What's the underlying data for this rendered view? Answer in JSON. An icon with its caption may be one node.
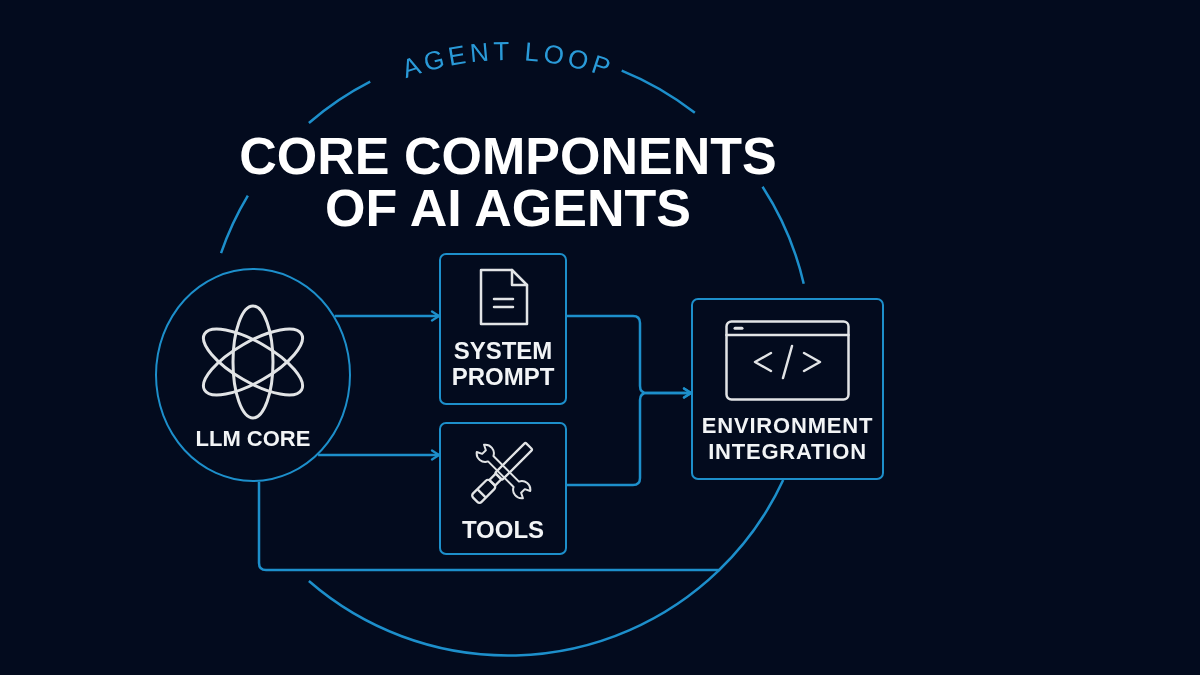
{
  "diagram": {
    "title": "CORE COMPONENTS OF AI AGENTS",
    "nodes": [
      {
        "text": [
          "AGENT LOOP"
        ]
      },
      {
        "text": [
          "LLM CORE"
        ]
      },
      {
        "text": [
          "SYSTEM PROMPT"
        ],
        "in": 0
      },
      {
        "text": [
          "TOOLS"
        ],
        "in": 0
      },
      {
        "text": [
          "ENVIRONMENT INTEGRATION"
        ]
      }
    ],
    "edges": [
      {
        "from": 1,
        "to": 2,
        "arrow": "to"
      },
      {
        "from": 1,
        "to": 3,
        "arrow": "to"
      },
      {
        "from": 2,
        "to": 4,
        "arrow": "to"
      },
      {
        "from": 3,
        "to": 4,
        "arrow": "to"
      },
      {
        "from": 1,
        "to": 4,
        "arrow": "none"
      }
    ]
  }
}
